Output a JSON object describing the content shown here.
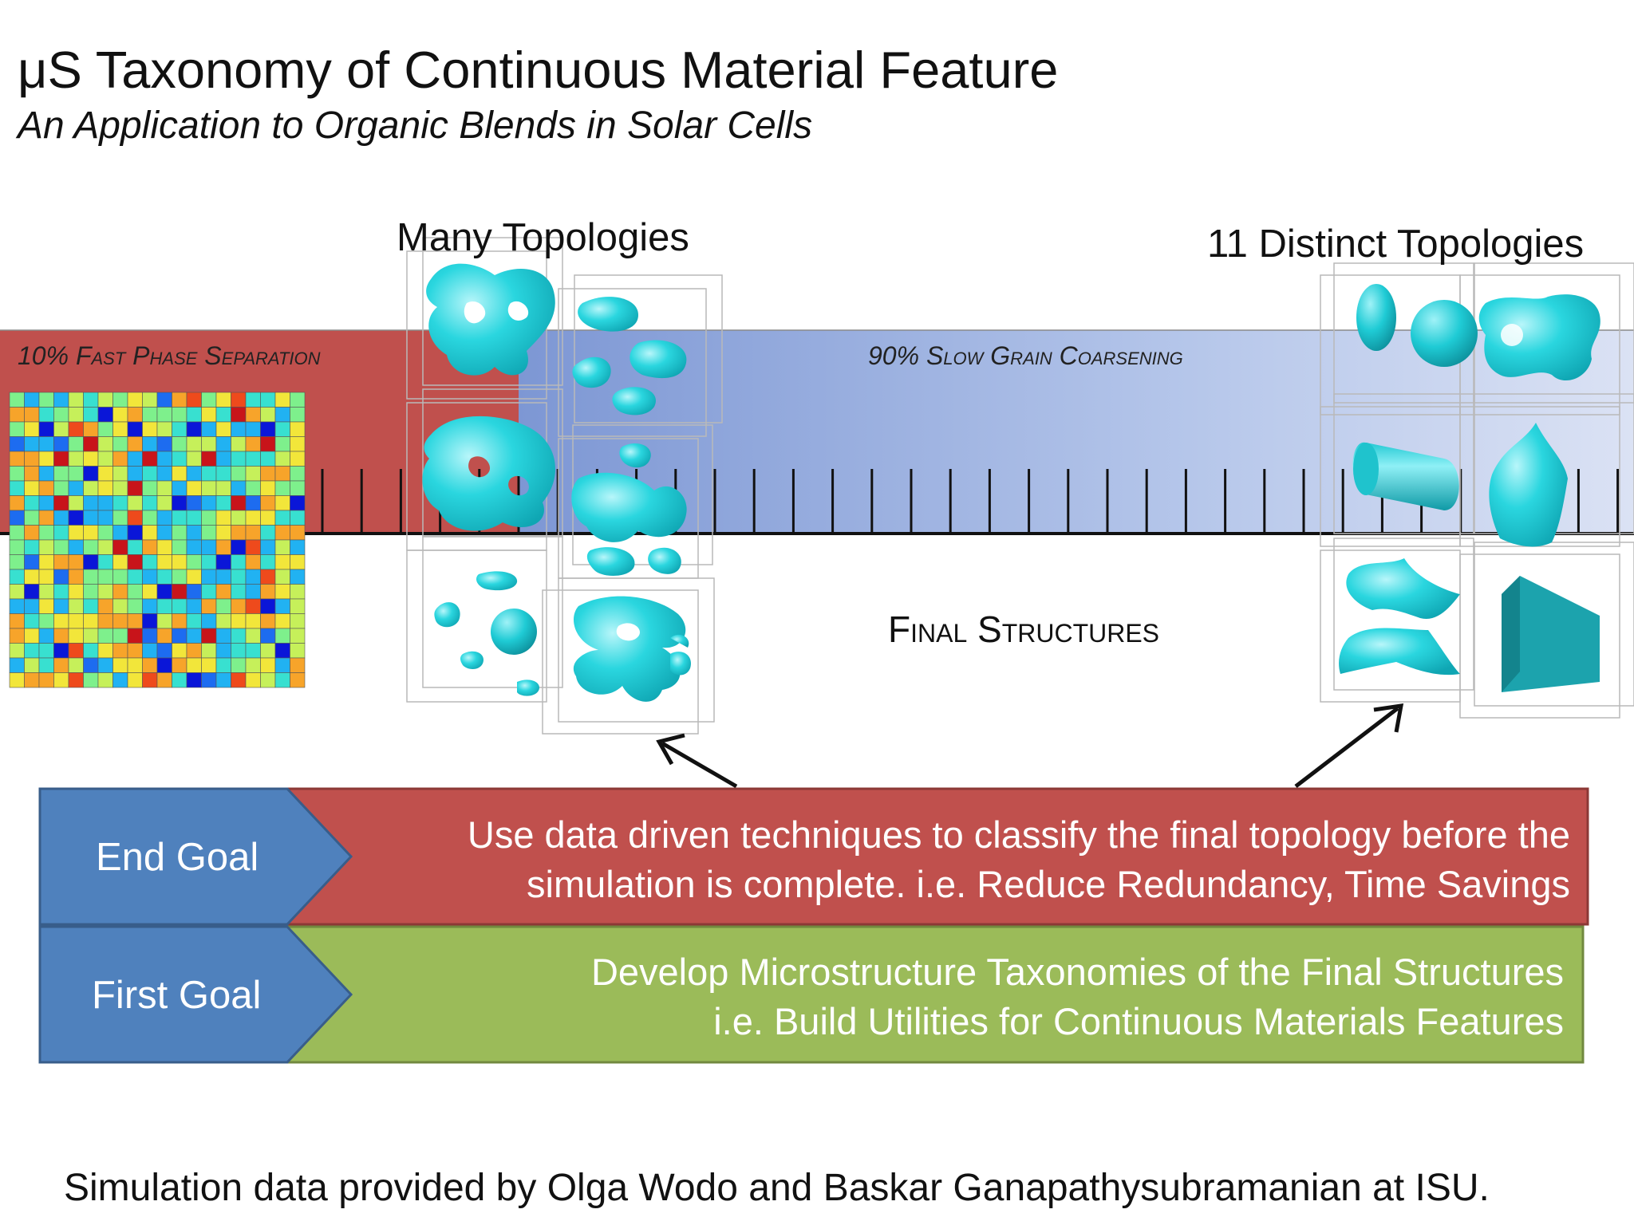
{
  "title": "μS Taxonomy of Continuous Material Feature",
  "subtitle": "An Application to Organic Blends in Solar Cells",
  "headers": {
    "many": "Many Topologies",
    "distinct": "11 Distinct Topologies"
  },
  "phases": {
    "fast": "10% Fast Phase Separation",
    "slow": "90% Slow Grain Coarsening"
  },
  "final_structures": "Final Structures",
  "goals": {
    "end": {
      "label": "End Goal",
      "line1": "Use data driven techniques to classify the final topology before the",
      "line2": "simulation is complete.  i.e. Reduce Redundancy, Time Savings"
    },
    "first": {
      "label": "First Goal",
      "line1": "Develop Microstructure Taxonomies of the Final Structures",
      "line2": "i.e. Build Utilities for Continuous Materials Features"
    }
  },
  "footer": "Simulation data provided by Olga Wodo and Baskar Ganapathysubramanian at ISU.",
  "colors": {
    "red": "#c0504d",
    "blue": "#4f81bd",
    "green": "#9bbb59",
    "cyan": "#1fd3dc",
    "slow_band_start": "#7d97d4",
    "slow_band_end": "#d4ddf2"
  },
  "icons": {
    "arrow": "arrow-icon",
    "structure": "structure-3d-icon"
  }
}
